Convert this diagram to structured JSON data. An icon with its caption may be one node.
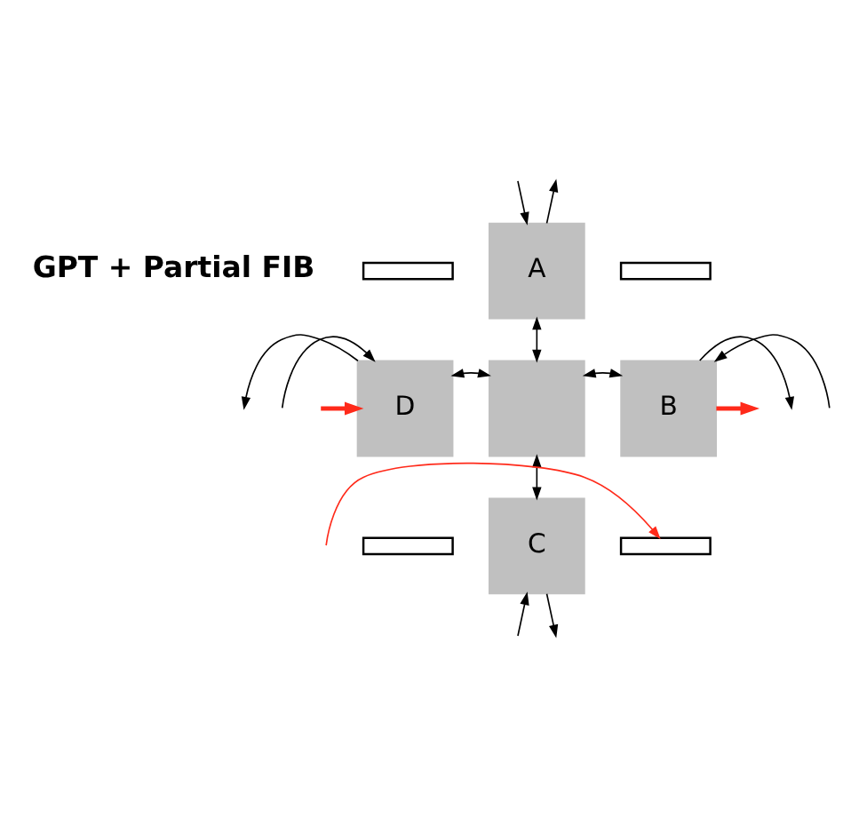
{
  "diagram": {
    "nodes": [
      {
        "text": [
          "A"
        ]
      },
      {
        "text": [],
        "shape": "bar"
      },
      {
        "text": [],
        "shape": "bar"
      },
      {
        "text": [
          "D"
        ]
      },
      {
        "text": [],
        "shape": "box"
      },
      {
        "text": [
          "B"
        ]
      },
      {
        "text": [],
        "shape": "bar"
      },
      {
        "text": [],
        "shape": "bar"
      },
      {
        "text": [
          "C"
        ]
      }
    ],
    "edges": [
      {
        "from": null,
        "to": 0,
        "arrow": "to"
      },
      {
        "from": 0,
        "to": null,
        "arrow": "to"
      },
      {
        "from": 0,
        "to": 4,
        "arrow": "both"
      },
      {
        "from": 3,
        "to": null,
        "arrow": "to"
      },
      {
        "from": null,
        "to": 3,
        "arrow": "to"
      },
      {
        "from": null,
        "to": 3,
        "arrow": "to",
        "color": "#ff2a1a",
        "style": "thick"
      },
      {
        "from": 3,
        "to": 4,
        "arrow": "both"
      },
      {
        "from": 4,
        "to": 5,
        "arrow": "both"
      },
      {
        "from": null,
        "to": 5,
        "arrow": "to"
      },
      {
        "from": 5,
        "to": null,
        "arrow": "to"
      },
      {
        "from": 5,
        "to": null,
        "arrow": "to",
        "color": "#ff2a1a",
        "style": "thick"
      },
      {
        "from": null,
        "to": 6,
        "arrow": "to",
        "color": "#ff2a1a"
      },
      {
        "from": 4,
        "to": 8,
        "arrow": "both"
      },
      {
        "from": null,
        "to": 8,
        "arrow": "to"
      },
      {
        "from": 8,
        "to": null,
        "arrow": "to"
      }
    ],
    "labels": [
      "GPT + Partial FIB"
    ]
  }
}
